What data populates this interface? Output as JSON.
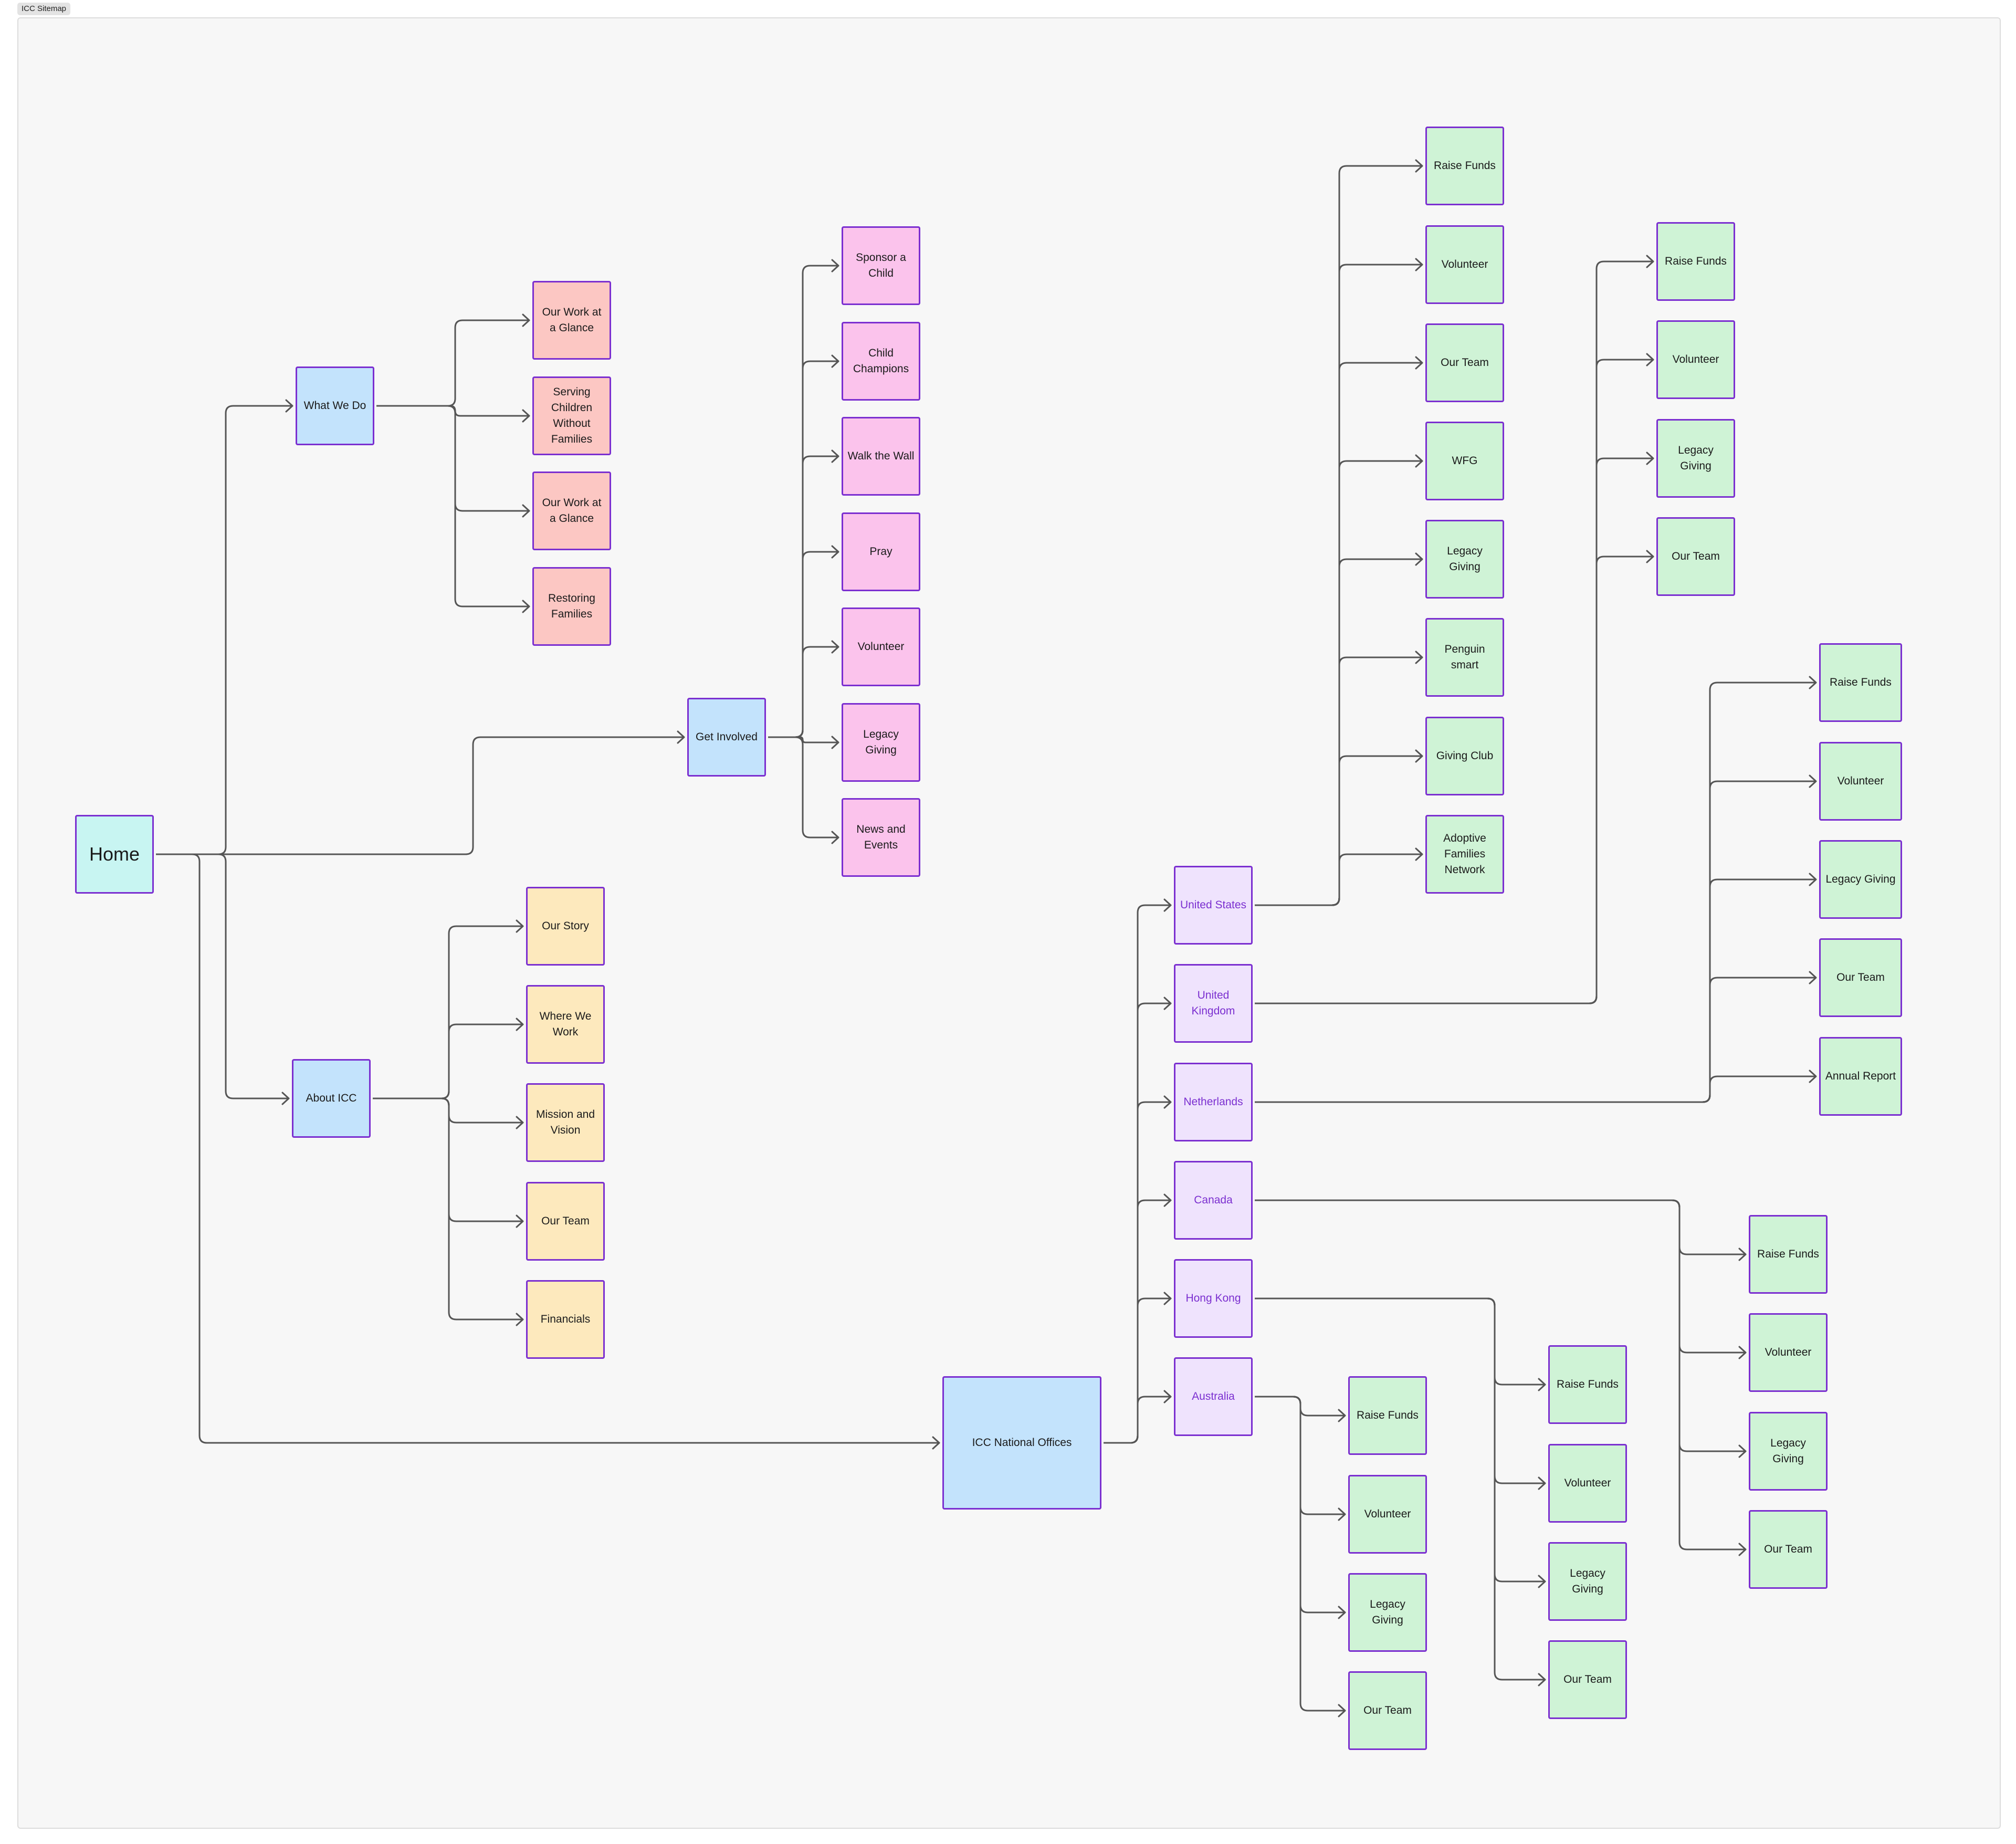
{
  "frame_label": "ICC Sitemap",
  "colors": {
    "line": "#555555",
    "node_border": "#7b2fd0",
    "country_text": "#7b2fd0"
  },
  "home": "Home",
  "what_we_do": {
    "label": "What We Do",
    "children": [
      "Our Work at a Glance",
      "Serving Children Without Families",
      "Our Work at a Glance",
      "Restoring Families"
    ]
  },
  "get_involved": {
    "label": "Get Involved",
    "children": [
      "Sponsor a Child",
      "Child Champions",
      "Walk the Wall",
      "Pray",
      "Volunteer",
      "Legacy Giving",
      "News and Events"
    ]
  },
  "about_icc": {
    "label": "About ICC",
    "children": [
      "Our Story",
      "Where We Work",
      "Mission and Vision",
      "Our Team",
      "Financials"
    ]
  },
  "national_offices": {
    "label": "ICC National Offices",
    "countries": [
      {
        "label": "United States",
        "children": [
          "Raise Funds",
          "Volunteer",
          "Our Team",
          "WFG",
          "Legacy Giving",
          "Penguin smart",
          "Giving Club",
          "Adoptive Families Network"
        ]
      },
      {
        "label": "United Kingdom",
        "children": [
          "Raise Funds",
          "Volunteer",
          "Legacy Giving",
          "Our Team"
        ]
      },
      {
        "label": "Netherlands",
        "children": [
          "Raise Funds",
          "Volunteer",
          "Legacy Giving",
          "Our Team",
          "Annual Report"
        ]
      },
      {
        "label": "Canada",
        "children": [
          "Raise Funds",
          "Volunteer",
          "Legacy Giving",
          "Our Team"
        ]
      },
      {
        "label": "Hong Kong",
        "children": [
          "Raise Funds",
          "Volunteer",
          "Legacy Giving",
          "Our Team"
        ]
      },
      {
        "label": "Australia",
        "children": [
          "Raise Funds",
          "Volunteer",
          "Legacy Giving",
          "Our Team"
        ]
      }
    ]
  }
}
